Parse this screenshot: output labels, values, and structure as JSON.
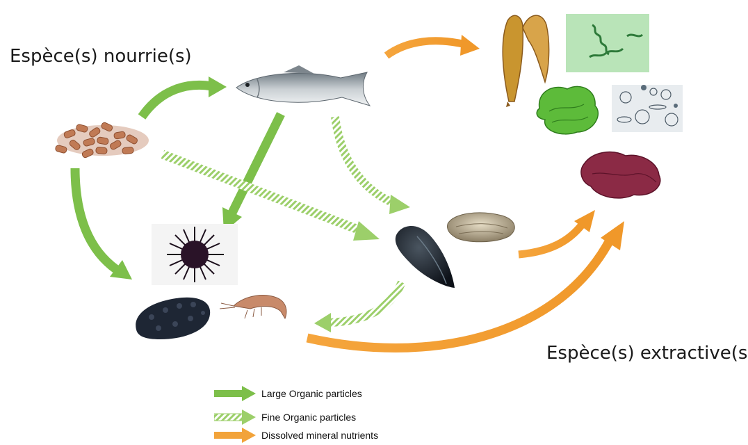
{
  "headings": {
    "fed_species": "Espèce(s) nourrie(s)",
    "extractive_species": "Espèce(s) extractive(s)"
  },
  "legend": [
    {
      "label": "Large Organic particles",
      "style": "solid",
      "color": "#7dbf4a"
    },
    {
      "label": "Fine Organic particles",
      "style": "striped",
      "color": "#9ccf6a"
    },
    {
      "label": "Dissolved mineral nutrients",
      "style": "solid",
      "color": "#f2a33a"
    }
  ],
  "organisms": [
    {
      "icon": "feed-pellets-icon"
    },
    {
      "icon": "fish-icon"
    },
    {
      "icon": "sea-urchin-icon"
    },
    {
      "icon": "sea-cucumber-icon"
    },
    {
      "icon": "shrimp-icon"
    },
    {
      "icon": "mussel-icon"
    },
    {
      "icon": "oyster-icon"
    },
    {
      "icon": "kelp-icon"
    },
    {
      "icon": "spirulina-icon"
    },
    {
      "icon": "sea-lettuce-icon"
    },
    {
      "icon": "diatoms-icon"
    },
    {
      "icon": "red-seaweed-icon"
    }
  ],
  "colors": {
    "large_organic": "#7dbf4a",
    "fine_organic": "#9ccf6a",
    "dissolved": "#f2a33a"
  }
}
